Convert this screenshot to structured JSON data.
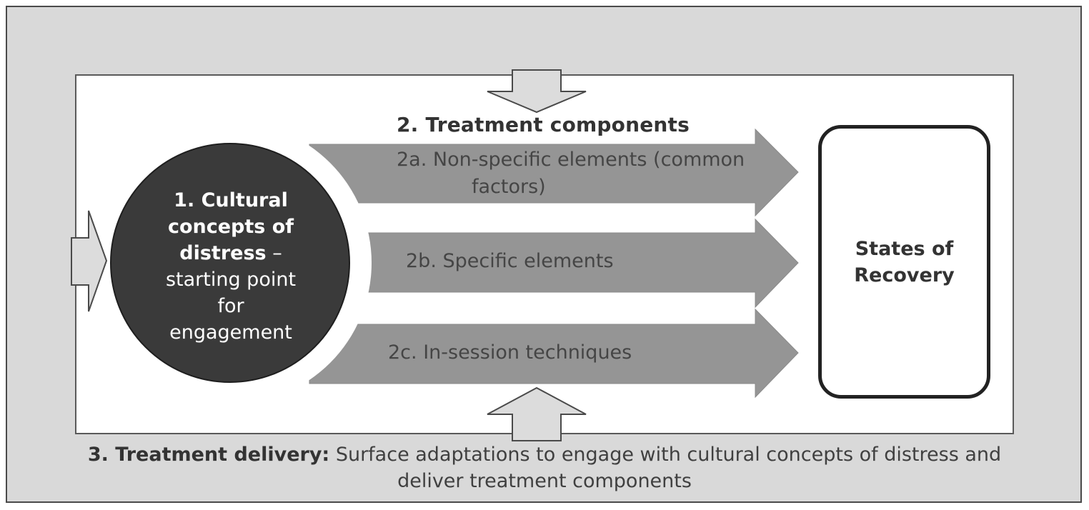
{
  "colors": {
    "outer_background": "#d9d9d9",
    "inner_background": "#ffffff",
    "circle_fill": "#3a3a3a",
    "band_arrow_fill": "#959595",
    "small_arrow_fill": "#dcdcdc",
    "recovery_border": "#222222"
  },
  "cultural_concepts": {
    "bold_line_1": "1. Cultural",
    "bold_line_2": "concepts of",
    "bold_line_3": "distress",
    "dash": " –",
    "line_4": "starting point",
    "line_5": "for",
    "line_6": "engagement"
  },
  "treatment_components": {
    "heading": "2. Treatment components",
    "element_2a_line1": "2a. Non-specific elements (common",
    "element_2a_line2": "factors)",
    "element_2b": "2b. Specific elements",
    "element_2c": "2c. In-session techniques"
  },
  "states_of_recovery": {
    "line1": "States of",
    "line2": "Recovery"
  },
  "treatment_delivery": {
    "label": "3. Treatment delivery:",
    "text": " Surface adaptations to engage with cultural concepts of distress and deliver treatment components"
  },
  "icons": {
    "left_arrow": "arrow-right-icon",
    "top_arrow": "arrow-down-icon",
    "bottom_arrow": "arrow-up-icon"
  }
}
